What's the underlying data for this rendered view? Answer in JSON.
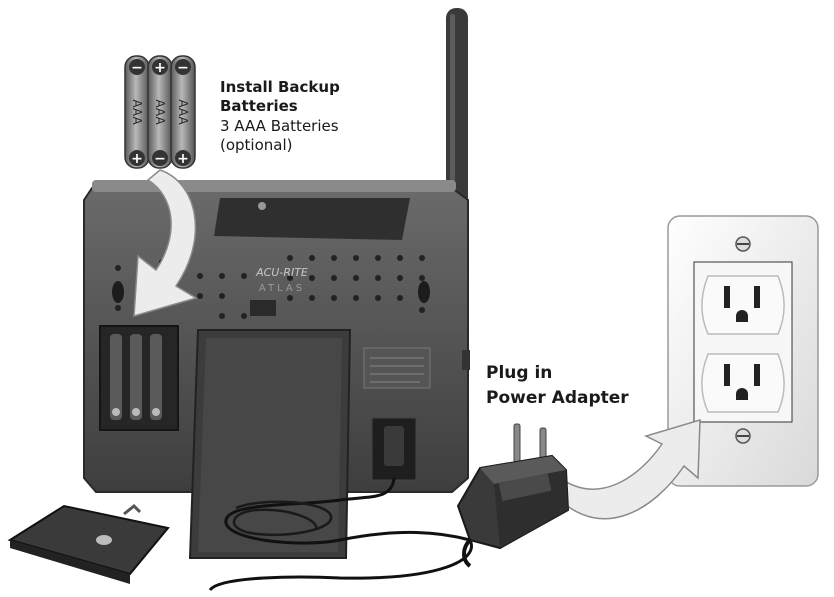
{
  "battery_callout": {
    "title_line1": "Install Backup",
    "title_line2": "Batteries",
    "detail_line1": "3 AAA Batteries",
    "detail_line2": "(optional)"
  },
  "batteries": [
    {
      "label": "AAA",
      "top_terminal": "−",
      "bottom_terminal": "+"
    },
    {
      "label": "AAA",
      "top_terminal": "+",
      "bottom_terminal": "−"
    },
    {
      "label": "AAA",
      "top_terminal": "−",
      "bottom_terminal": "+"
    }
  ],
  "adapter_callout": {
    "line1": "Plug in",
    "line2": "Power Adapter"
  },
  "device": {
    "brand": "ACU-RITE",
    "model": "ATLAS"
  },
  "colors": {
    "device_body": "#4a4a4a",
    "arrow_fill": "#ededed",
    "outlet_plate": "#f2f2f2",
    "battery_body": "#7a7a7a"
  }
}
